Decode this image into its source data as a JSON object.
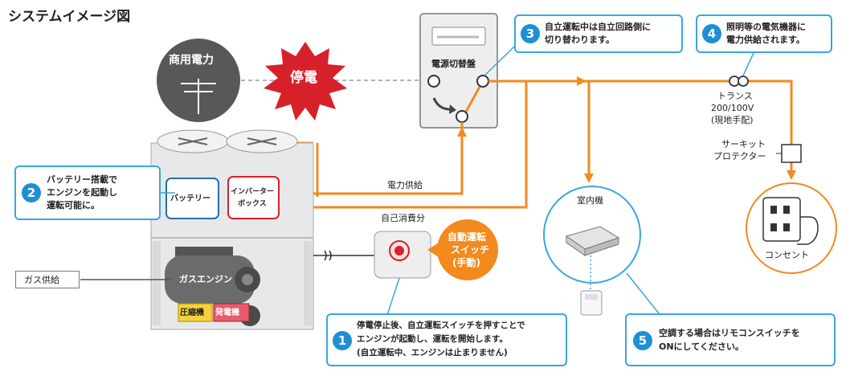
{
  "title": "システムイメージ図",
  "labels": {
    "commercial_power": "商用電力",
    "outage": "停電",
    "switch_panel": "電源切替盤",
    "power_supply": "電力供給",
    "self_consumption": "自己消費分",
    "battery": "バッテリー",
    "inverter_line1": "インバーター",
    "inverter_line2": "ボックス",
    "gas_engine": "ガスエンジン",
    "compressor": "圧縮機",
    "generator": "発電機",
    "gas_supply": "ガス供給",
    "indoor_unit": "室内機",
    "auto_switch_line1": "自動運転",
    "auto_switch_line2": "スイッチ",
    "auto_switch_line3": "(手動)",
    "transformer_line1": "トランス",
    "transformer_line2": "200/100V",
    "transformer_line3": "(現地手配)",
    "circuit_line1": "サーキット",
    "circuit_line2": "プロテクター",
    "outlet": "コンセント"
  },
  "callouts": [
    {
      "num": "1",
      "lines": [
        "停電停止後、自立運転スイッチを押すことで",
        "エンジンが起動し、運転を開始します。",
        "(自立運転中、エンジンは止まりません)"
      ]
    },
    {
      "num": "2",
      "lines": [
        "バッテリー搭載で",
        "エンジンを起動し",
        "運転可能に。"
      ]
    },
    {
      "num": "3",
      "lines": [
        "自立運転中は自立回路側に",
        "切り替わります。"
      ]
    },
    {
      "num": "4",
      "lines": [
        "照明等の電気機器に",
        "電力供給されます。"
      ]
    },
    {
      "num": "5",
      "lines": [
        "空調する場合はリモコンスイッチを",
        "ONにしてください。"
      ]
    }
  ],
  "colors": {
    "orange": "#f28a1e",
    "blue": "#1e8fd6",
    "red": "#d7212a",
    "dark": "#545454"
  }
}
